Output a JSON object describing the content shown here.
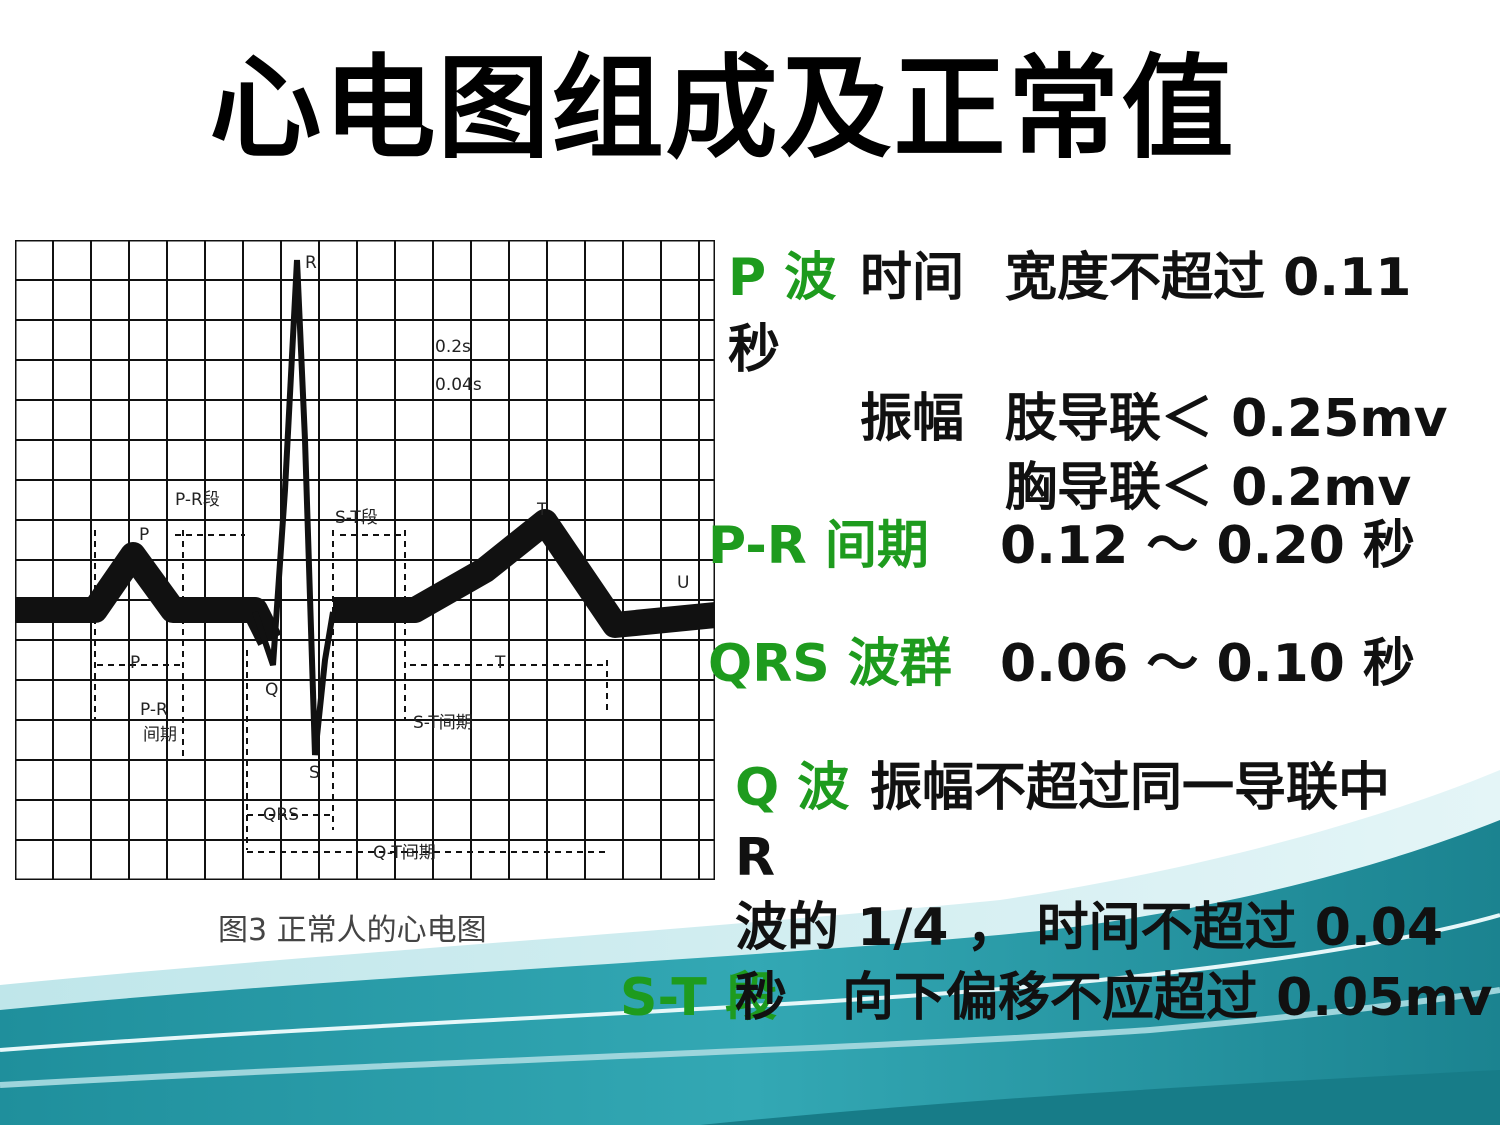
{
  "slide": {
    "title": "心电图组成及正常值"
  },
  "figure": {
    "caption": "图3 正常人的心电图",
    "wave_labels": {
      "r": "R",
      "q": "Q",
      "s": "S",
      "t": "T",
      "u": "U",
      "p_top": "P",
      "p_width": "P",
      "t_width": "T",
      "pr_segment": "P-R段",
      "st_segment": "S-T段",
      "pr_interval_1": "P-R",
      "pr_interval_2": "间期",
      "st_interval": "S-T间期",
      "qrs": "QRS",
      "qt_interval": "Q-T间期",
      "amp_1": "0.2s",
      "amp_2": "0.04s"
    }
  },
  "items": {
    "p_wave": {
      "label": "P 波",
      "time_key": "时间",
      "time_value": "宽度不超过 0.11",
      "time_unit": "秒",
      "amp_key": "振幅",
      "limb": "肢导联＜ 0.25mv",
      "chest": "胸导联＜ 0.2mv"
    },
    "pr_interval": {
      "label": "P-R 间期",
      "value": "0.12 ～ 0.20 秒"
    },
    "qrs": {
      "label": "QRS 波群",
      "value": "0.06 ～ 0.10 秒"
    },
    "q_wave": {
      "label": "Q 波",
      "line1": "振幅不超过同一导联中",
      "line2": "R",
      "line3": "波的 1/4 ， 时间不超过 0.04",
      "line4": "秒"
    },
    "st_segment": {
      "label": "S-T 段",
      "value": "向下偏移不应超过 0.05mv"
    }
  },
  "colors": {
    "label_green": "#1e9b1e",
    "wave_teal": "#2a9aa8"
  }
}
